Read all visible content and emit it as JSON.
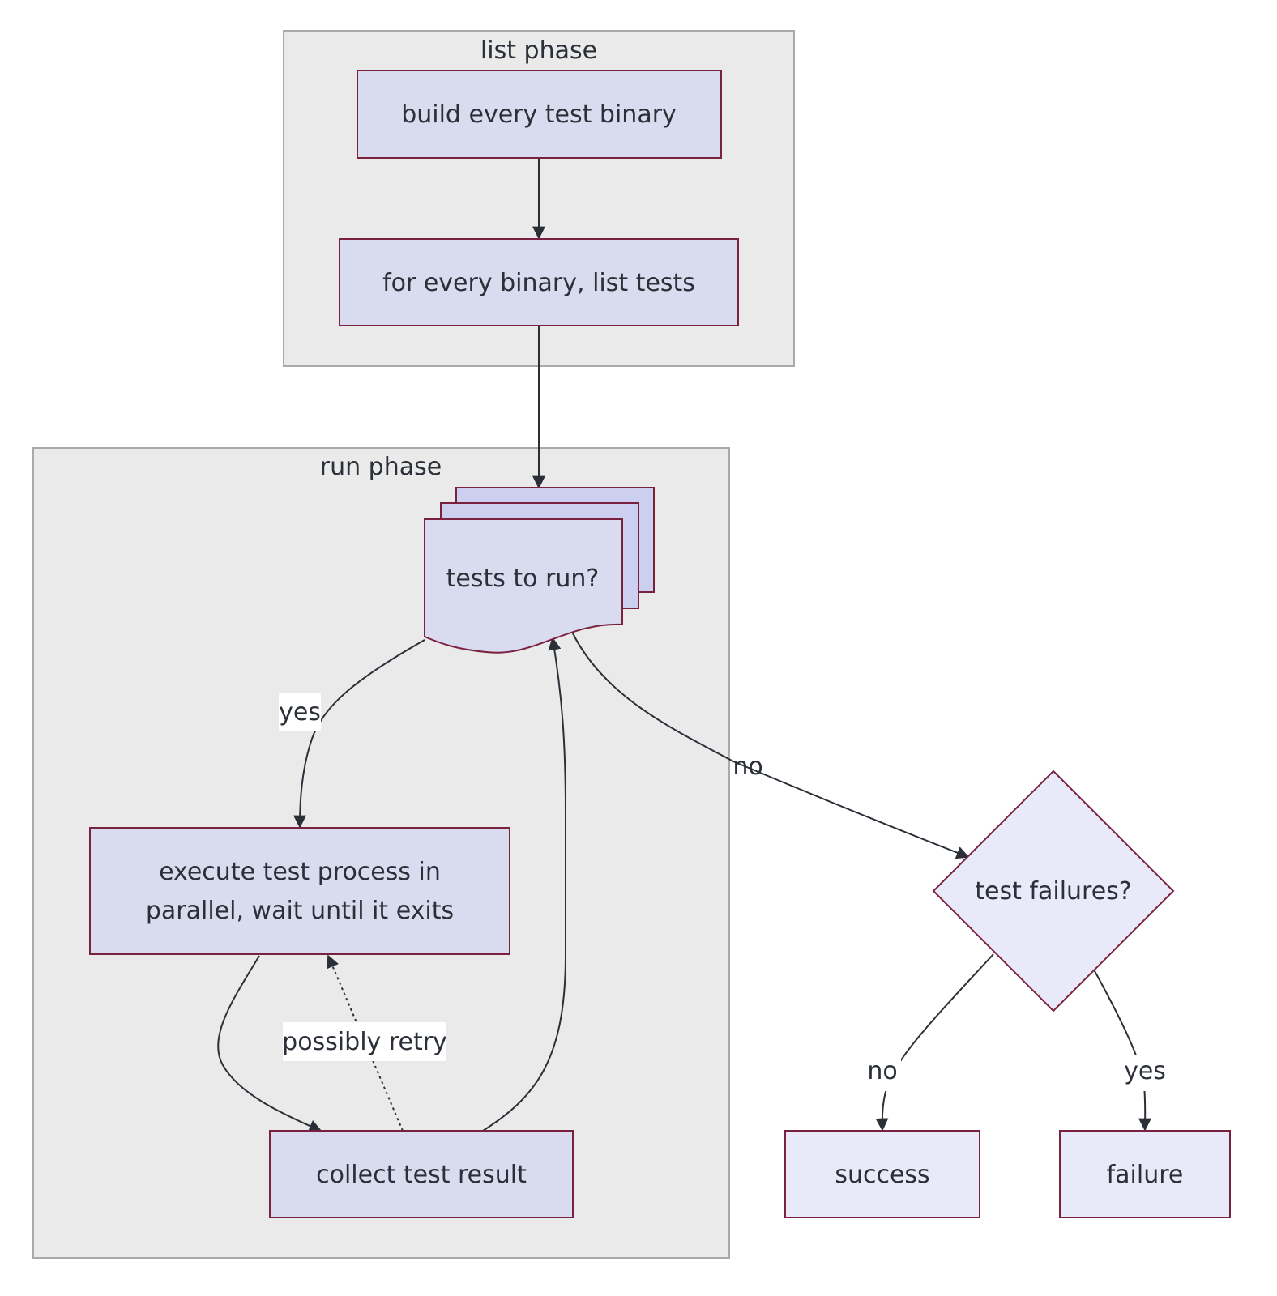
{
  "clusters": {
    "list_phase": "list phase",
    "run_phase": "run phase"
  },
  "nodes": {
    "build": "build every test binary",
    "list_tests": "for every binary, list tests",
    "tests_to_run": "tests to run?",
    "execute_line1": "execute test process in",
    "execute_line2": "parallel, wait until it exits",
    "collect": "collect test result",
    "failures": "test failures?",
    "success": "success",
    "failure": "failure"
  },
  "edge_labels": {
    "yes_execute": "yes",
    "no_failures": "no",
    "possibly_retry": "possibly retry",
    "no_success": "no",
    "yes_failure": "yes"
  },
  "colors": {
    "cluster_fill": "#eaeaea",
    "node_fill": "#d9dbee",
    "node_light_fill": "#e8e9f9",
    "node_stroke": "#7a2140",
    "edge": "#2b3038"
  }
}
